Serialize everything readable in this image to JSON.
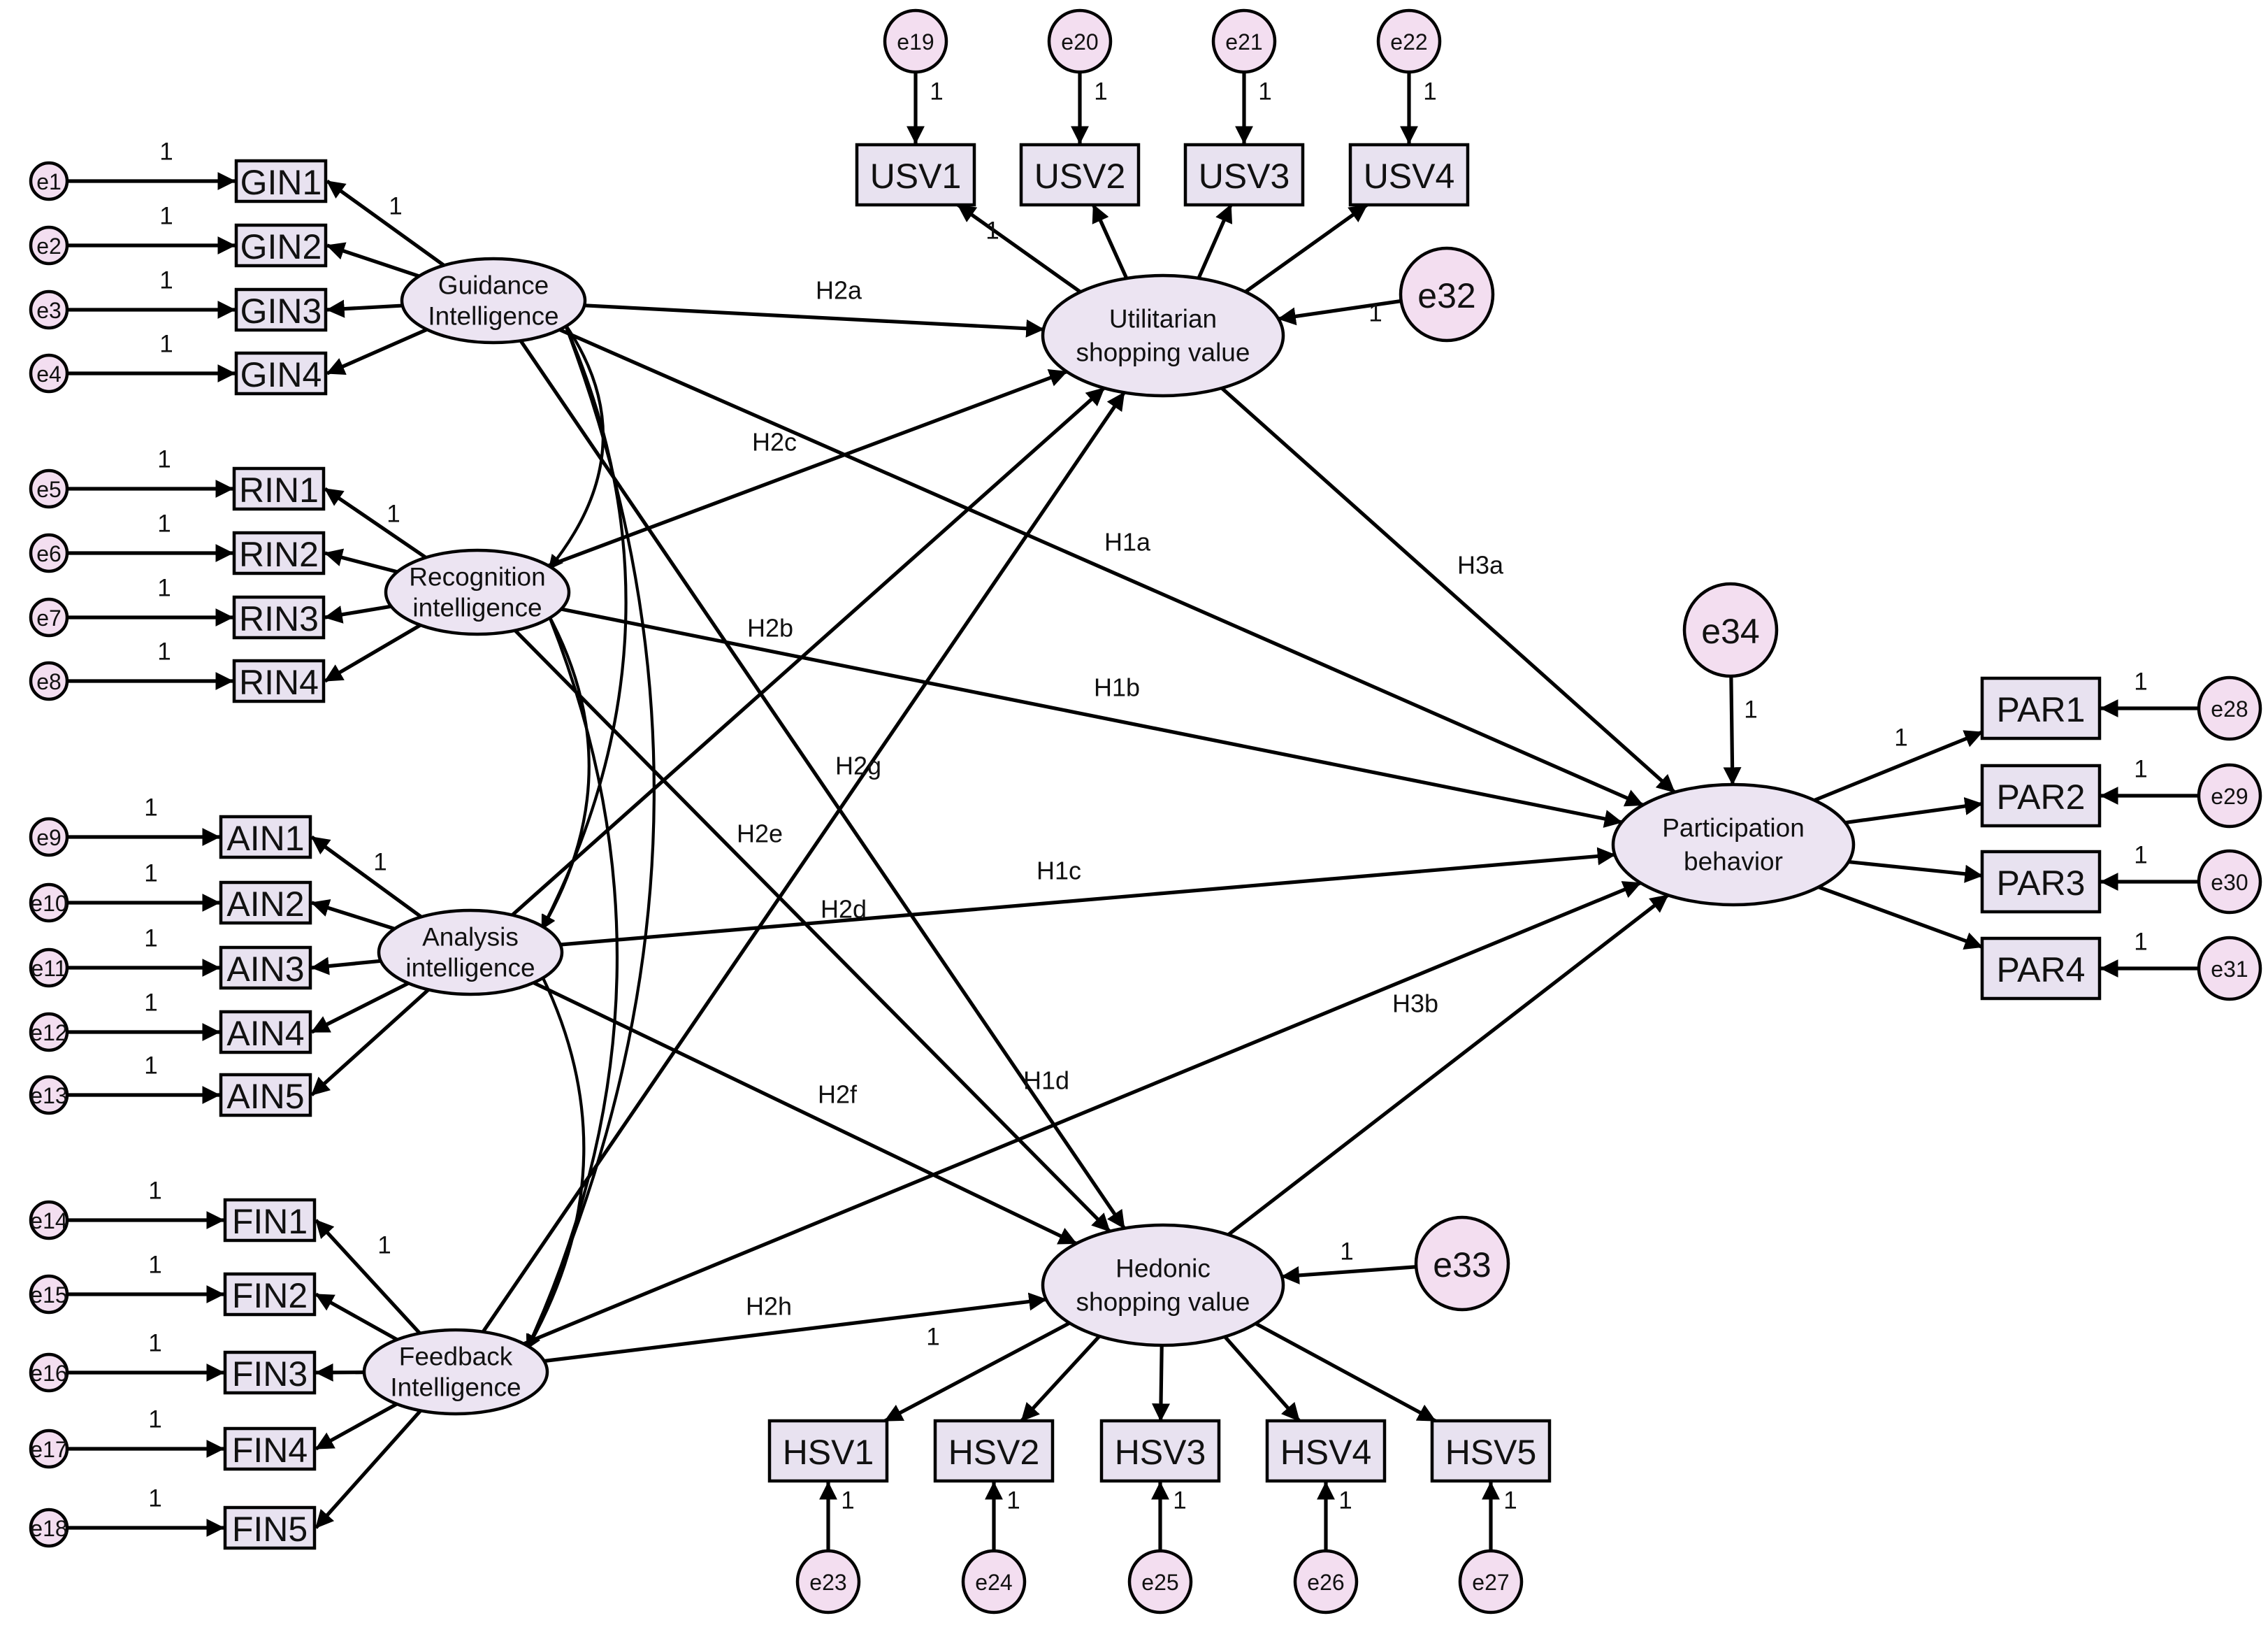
{
  "colors": {
    "node_fill": "#e8e2f0",
    "latent_fill": "#ece4f2",
    "error_fill": "#f3def0",
    "stroke": "#000000"
  },
  "latents": {
    "gin": [
      "Guidance",
      "Intelligence"
    ],
    "rin": [
      "Recognition",
      "intelligence"
    ],
    "ain": [
      "Analysis",
      "intelligence"
    ],
    "fin": [
      "Feedback",
      "Intelligence"
    ],
    "usv": [
      "Utilitarian",
      "shopping value"
    ],
    "hsv": [
      "Hedonic",
      "shopping value"
    ],
    "par": [
      "Participation",
      "behavior"
    ]
  },
  "indicators": {
    "gin": [
      "GIN1",
      "GIN2",
      "GIN3",
      "GIN4"
    ],
    "rin": [
      "RIN1",
      "RIN2",
      "RIN3",
      "RIN4"
    ],
    "ain": [
      "AIN1",
      "AIN2",
      "AIN3",
      "AIN4",
      "AIN5"
    ],
    "fin": [
      "FIN1",
      "FIN2",
      "FIN3",
      "FIN4",
      "FIN5"
    ],
    "usv": [
      "USV1",
      "USV2",
      "USV3",
      "USV4"
    ],
    "hsv": [
      "HSV1",
      "HSV2",
      "HSV3",
      "HSV4",
      "HSV5"
    ],
    "par": [
      "PAR1",
      "PAR2",
      "PAR3",
      "PAR4"
    ]
  },
  "errors": {
    "gin": [
      "e1",
      "e2",
      "e3",
      "e4"
    ],
    "rin": [
      "e5",
      "e6",
      "e7",
      "e8"
    ],
    "ain": [
      "e9",
      "e10",
      "e11",
      "e12",
      "e13"
    ],
    "fin": [
      "e14",
      "e15",
      "e16",
      "e17",
      "e18"
    ],
    "usv": [
      "e19",
      "e20",
      "e21",
      "e22"
    ],
    "hsv": [
      "e23",
      "e24",
      "e25",
      "e26",
      "e27"
    ],
    "par": [
      "e28",
      "e29",
      "e30",
      "e31"
    ],
    "disturbances": [
      "e32",
      "e33",
      "e34"
    ]
  },
  "path_labels": {
    "H1a": "H1a",
    "H1b": "H1b",
    "H1c": "H1c",
    "H1d": "H1d",
    "H2a": "H2a",
    "H2b": "H2b",
    "H2c": "H2c",
    "H2d": "H2d",
    "H2e": "H2e",
    "H2f": "H2f",
    "H2g": "H2g",
    "H2h": "H2h",
    "H3a": "H3a",
    "H3b": "H3b"
  },
  "fixed_loading": "1"
}
